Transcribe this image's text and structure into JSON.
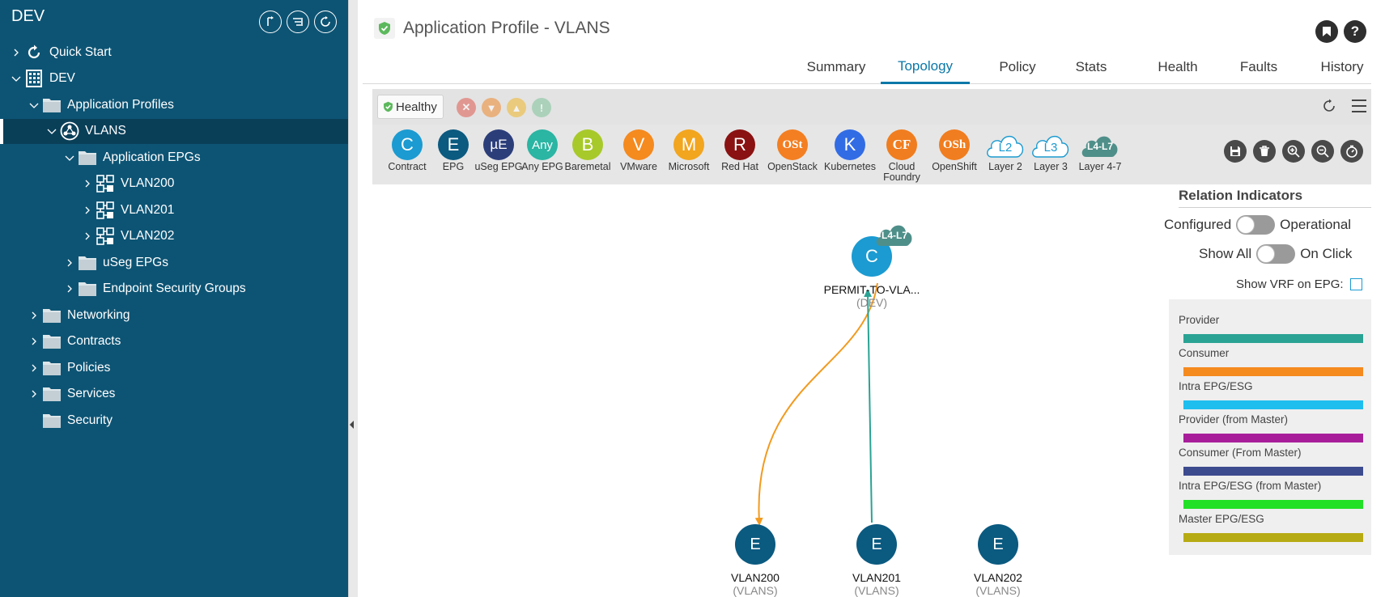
{
  "sidebar": {
    "title": "DEV",
    "top_icons": [
      "quick-start-icon",
      "list-icon",
      "refresh-icon"
    ],
    "tree": [
      {
        "label": "Quick Start",
        "icon": "quick-start-icon",
        "depth": 0,
        "expanded": false
      },
      {
        "label": "DEV",
        "icon": "tenant-icon",
        "depth": 0,
        "expanded": true
      },
      {
        "label": "Application Profiles",
        "icon": "folder-icon",
        "depth": 1,
        "expanded": true
      },
      {
        "label": "VLANS",
        "icon": "app-profile-icon",
        "depth": 2,
        "expanded": true,
        "selected": true
      },
      {
        "label": "Application EPGs",
        "icon": "folder-icon",
        "depth": 3,
        "expanded": true
      },
      {
        "label": "VLAN200",
        "icon": "epg-icon",
        "depth": 4,
        "expanded": false
      },
      {
        "label": "VLAN201",
        "icon": "epg-icon",
        "depth": 4,
        "expanded": false
      },
      {
        "label": "VLAN202",
        "icon": "epg-icon",
        "depth": 4,
        "expanded": false
      },
      {
        "label": "uSeg EPGs",
        "icon": "folder-icon",
        "depth": 3,
        "expanded": false
      },
      {
        "label": "Endpoint Security Groups",
        "icon": "folder-icon",
        "depth": 3,
        "expanded": false
      },
      {
        "label": "Networking",
        "icon": "folder-icon",
        "depth": 1,
        "expanded": false
      },
      {
        "label": "Contracts",
        "icon": "folder-icon",
        "depth": 1,
        "expanded": false
      },
      {
        "label": "Policies",
        "icon": "folder-icon",
        "depth": 1,
        "expanded": false
      },
      {
        "label": "Services",
        "icon": "folder-icon",
        "depth": 1,
        "expanded": false
      },
      {
        "label": "Security",
        "icon": "folder-icon",
        "depth": 1,
        "expanded": false
      }
    ]
  },
  "header": {
    "title": "Application Profile - VLANS"
  },
  "tabs": [
    {
      "label": "Summary",
      "active": false
    },
    {
      "label": "Topology",
      "active": true
    },
    {
      "label": "Policy",
      "active": false
    },
    {
      "label": "Stats",
      "active": false
    },
    {
      "label": "Health",
      "active": false
    },
    {
      "label": "Faults",
      "active": false
    },
    {
      "label": "History",
      "active": false
    }
  ],
  "toolbar": {
    "health_label": "Healthy",
    "fault_icons": [
      {
        "name": "critical-fault-icon",
        "color": "#e05a4f"
      },
      {
        "name": "major-fault-icon",
        "color": "#ee8a2d"
      },
      {
        "name": "minor-fault-icon",
        "color": "#f1b62a"
      },
      {
        "name": "warning-fault-icon",
        "color": "#7fc49a"
      }
    ]
  },
  "palette": [
    {
      "glyph": "C",
      "label": "Contract",
      "color": "#1b9bd1"
    },
    {
      "glyph": "E",
      "label": "EPG",
      "color": "#0b5a80"
    },
    {
      "glyph": "µE",
      "label": "uSeg EPG",
      "color": "#2c3e7a"
    },
    {
      "glyph": "Any",
      "label": "Any EPG",
      "color": "#2bb5a3"
    },
    {
      "glyph": "B",
      "label": "Baremetal",
      "color": "#a8c92a"
    },
    {
      "glyph": "V",
      "label": "VMware",
      "color": "#f58a1f"
    },
    {
      "glyph": "M",
      "label": "Microsoft",
      "color": "#f2a51f"
    },
    {
      "glyph": "R",
      "label": "Red Hat",
      "color": "#8a1212"
    },
    {
      "glyph": "OSt",
      "label": "OpenStack",
      "color": "#f37f22"
    },
    {
      "glyph": "K",
      "label": "Kubernetes",
      "color": "#326ce5"
    },
    {
      "glyph": "CF",
      "label": "Cloud Foundry",
      "color": "#f07d1f"
    },
    {
      "glyph": "OSh",
      "label": "OpenShift",
      "color": "#f07d1f"
    },
    {
      "glyph": "L2",
      "label": "Layer 2",
      "color": "#1b9bd1"
    },
    {
      "glyph": "L3",
      "label": "Layer 3",
      "color": "#1b9bd1"
    },
    {
      "glyph": "L4-L7",
      "label": "Layer 4-7",
      "color": "#4f8f8a"
    }
  ],
  "topology": {
    "contract": {
      "glyph": "C",
      "badge": "L4-L7",
      "name": "PERMIT-TO-VLA...",
      "tenant": "(DEV)"
    },
    "epgs": [
      {
        "glyph": "E",
        "name": "VLAN200",
        "app": "(VLANS)"
      },
      {
        "glyph": "E",
        "name": "VLAN201",
        "app": "(VLANS)"
      },
      {
        "glyph": "E",
        "name": "VLAN202",
        "app": "(VLANS)"
      }
    ]
  },
  "relations": {
    "title": "Relation Indicators",
    "toggle1": {
      "left": "Configured",
      "right": "Operational"
    },
    "toggle2": {
      "left": "Show All",
      "right": "On Click"
    },
    "vrf_label": "Show VRF on EPG:",
    "legend": [
      {
        "label": "Provider",
        "color": "#2aa394"
      },
      {
        "label": "Consumer",
        "color": "#f58a1f"
      },
      {
        "label": "Intra EPG/ESG",
        "color": "#1ebeef"
      },
      {
        "label": "Provider (from Master)",
        "color": "#a81e9a"
      },
      {
        "label": "Consumer (From Master)",
        "color": "#3c4a8e"
      },
      {
        "label": "Intra EPG/ESG (from Master)",
        "color": "#22e026"
      },
      {
        "label": "Master EPG/ESG",
        "color": "#b7ab14"
      }
    ]
  }
}
